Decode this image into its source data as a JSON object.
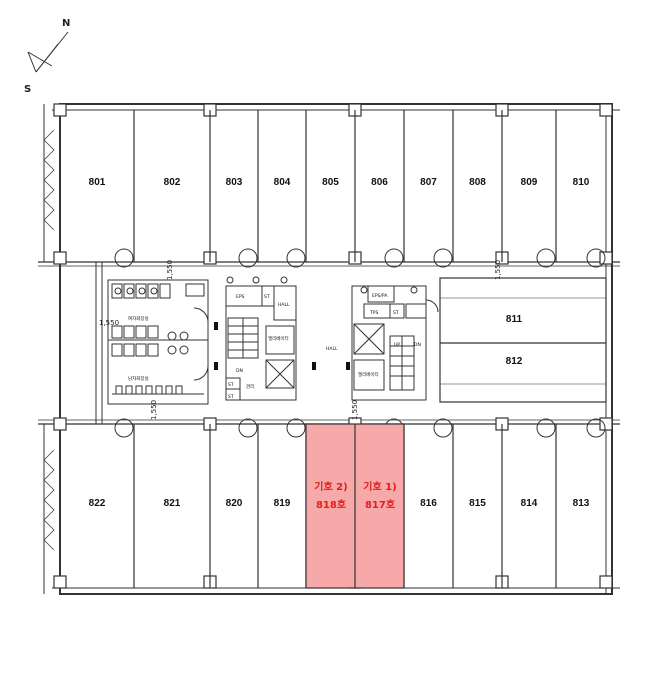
{
  "compass": {
    "north": "N",
    "south": "S"
  },
  "rooms": {
    "top": [
      "801",
      "802",
      "803",
      "804",
      "805",
      "806",
      "807",
      "808",
      "809",
      "810"
    ],
    "right": [
      "811",
      "812"
    ],
    "bottom": [
      "822",
      "821",
      "820",
      "819",
      "818",
      "817",
      "816",
      "815",
      "814",
      "813"
    ]
  },
  "highlighted": [
    {
      "line1": "기호 2)",
      "line2": "818호"
    },
    {
      "line1": "기호 1)",
      "line2": "817호"
    }
  ],
  "highlight_color": "#f7a8a8",
  "highlight_text_color": "#e0201c",
  "core": {
    "eps_left": "EPS",
    "st": "ST",
    "hall_small": "HALL",
    "hall": "HALL",
    "dn": "DN",
    "up": "UP",
    "tps": "TPS",
    "eps_right": "EPS/PA",
    "ws_female": "여자화장실",
    "ws_male": "남자화장실",
    "elev": "엘리베이터",
    "misc": "관리"
  },
  "dims": [
    "1,550",
    "1,550",
    "1,550",
    "1,550",
    "1,550"
  ]
}
